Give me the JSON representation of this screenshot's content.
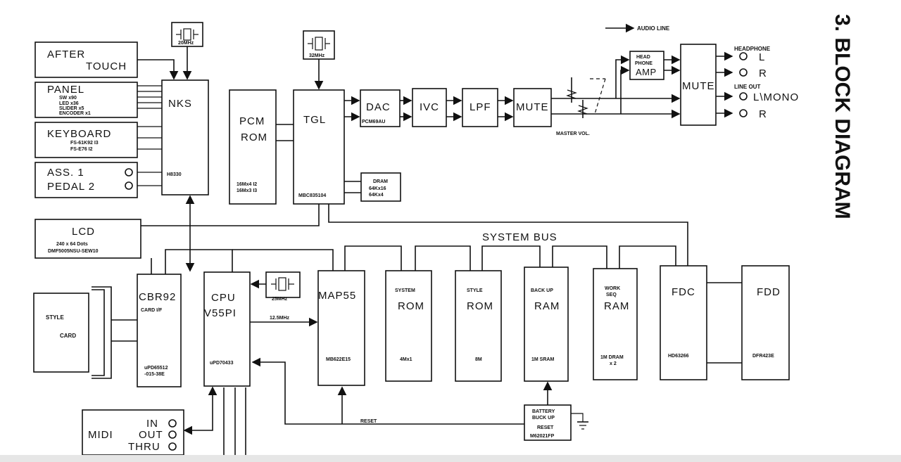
{
  "title": "3.  BLOCK DIAGRAM",
  "legend": {
    "audio_line": "AUDIO LINE"
  },
  "bus": {
    "label": "SYSTEM BUS"
  },
  "crystals": {
    "x20": "20MHz",
    "x32": "32MHz",
    "x25": "25MHz"
  },
  "clock": "12.5MHz",
  "inputs": {
    "after_touch_1": "AFTER",
    "after_touch_2": "TOUCH",
    "panel": "PANEL",
    "panel_sw": "SW        x90",
    "panel_led": "LED       x36",
    "panel_slider": "SLIDER    x5",
    "panel_encoder": "ENCODER x1",
    "keyboard": "KEYBOARD",
    "kb_61": "FS-61K92    I3",
    "kb_76": "FS-E76      I2",
    "ass": "ASS.    1",
    "pedal": "PEDAL  2"
  },
  "nks": {
    "name": "NKS",
    "part": "H8330"
  },
  "pcm_rom": {
    "line1": "PCM",
    "line2": "ROM",
    "spec1": "16Mx4  I2",
    "spec2": "16Mx3  I3"
  },
  "tgl": {
    "name": "TGL",
    "part": "MBC835104"
  },
  "dram": {
    "line1": "DRAM",
    "line2": "64Kx16",
    "line3": "64Kx4"
  },
  "dac": {
    "name": "DAC",
    "part": "PCM69AU"
  },
  "ivc": "IVC",
  "lpf": "LPF",
  "mute1": "MUTE",
  "master_vol": "MASTER VOL.",
  "hp_amp": {
    "line1": "HEAD",
    "line2": "PHONE",
    "line3": "AMP"
  },
  "mute2": "MUTE",
  "outputs": {
    "headphone": "HEADPHONE",
    "hp_l": "L",
    "hp_r": "R",
    "line_out": "LINE OUT",
    "lo_l": "L\\MONO",
    "lo_r": "R"
  },
  "lcd": {
    "name": "LCD",
    "spec1": "240 x 64 Dots",
    "spec2": "DMF5005NSU-SEW10"
  },
  "style_card": {
    "line1": "STYLE",
    "line2": "CARD"
  },
  "cbr92": {
    "name": "CBR92",
    "sub": "CARD I/F",
    "part1": "uPD65512",
    "part2": "-015-38E"
  },
  "cpu": {
    "name": "CPU",
    "model": "V55PI",
    "part": "uPD70433"
  },
  "map55": {
    "name": "MAP55",
    "part": "MB622E15"
  },
  "system_rom": {
    "label": "SYSTEM",
    "name": "ROM",
    "spec": "4Mx1"
  },
  "style_rom": {
    "label": "STYLE",
    "name": "ROM",
    "spec": "8M"
  },
  "backup_ram": {
    "label": "BACK UP",
    "name": "RAM",
    "spec": "1M SRAM"
  },
  "work_ram": {
    "label1": "WORK",
    "label2": "SEQ",
    "name": "RAM",
    "spec1": "1M DRAM",
    "spec2": "x 2"
  },
  "fdc": {
    "name": "FDC",
    "part": "HD63266"
  },
  "fdd": {
    "name": "FDD",
    "part": "DFR423E"
  },
  "battery": {
    "line1": "BATTERY",
    "line2": "BUCK UP",
    "line3": "RESET",
    "part": "M62021FP"
  },
  "reset": "RESET",
  "midi": {
    "name": "MIDI",
    "in": "IN",
    "out": "OUT",
    "thru": "THRU"
  }
}
